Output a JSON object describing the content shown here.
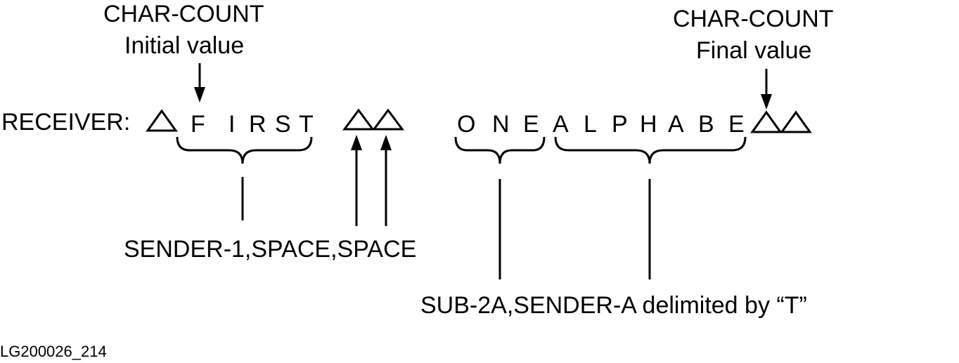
{
  "labels": {
    "initial_title": "CHAR-COUNT",
    "initial_sub": "Initial value",
    "final_title": "CHAR-COUNT",
    "final_sub": "Final value",
    "receiver": "RECEIVER:",
    "sender_caption": "SENDER-1,SPACE,SPACE",
    "sub_caption": "SUB-2A,SENDER-A delimited by “T”",
    "figure_id": "LG200026_214"
  },
  "receiver_chars": [
    "F",
    "I",
    "R",
    "S",
    "T",
    "O",
    "N",
    "E",
    "A",
    "L",
    "P",
    "H",
    "A",
    "B",
    "E"
  ],
  "space_symbol": "space-triangle-icon"
}
